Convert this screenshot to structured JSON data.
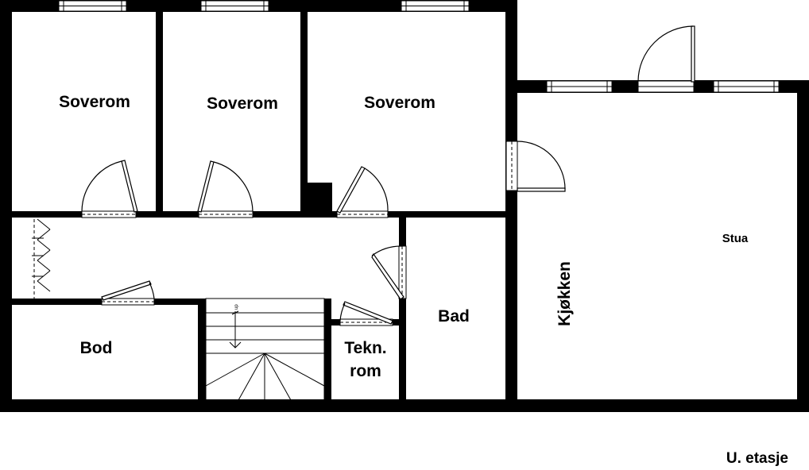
{
  "floor_label": "U. etasje",
  "rooms": {
    "soverom_1": "Soverom",
    "soverom_2": "Soverom",
    "soverom_3": "Soverom",
    "bod": "Bod",
    "tekn_line1": "Tekn.",
    "tekn_line2": "rom",
    "bad": "Bad",
    "kjokken": "Kjøkken",
    "stua": "Stua"
  },
  "stairs": {
    "direction_text": "up"
  }
}
